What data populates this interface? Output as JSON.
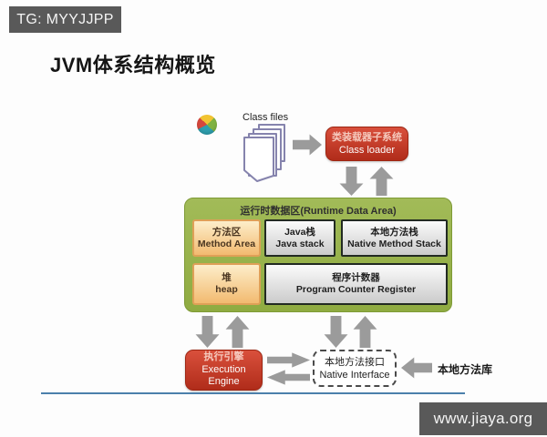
{
  "page": {
    "tg_banner": "TG: MYYJJPP",
    "title": "JVM体系结构概览",
    "site_banner": "www.jiaya.org"
  },
  "diagram": {
    "class_files_label": "Class files",
    "class_loader": {
      "zh": "类装载器子系统",
      "en": "Class loader"
    },
    "runtime_area": {
      "header": "运行时数据区(Runtime Data Area)",
      "method_area": {
        "zh": "方法区",
        "en": "Method Area"
      },
      "java_stack": {
        "zh": "Java栈",
        "en": "Java stack"
      },
      "native_method_stack": {
        "zh": "本地方法栈",
        "en": "Native Method Stack"
      },
      "heap": {
        "zh": "堆",
        "en": "heap"
      },
      "pc_register": {
        "zh": "程序计数器",
        "en": "Program Counter Register"
      }
    },
    "execution_engine": {
      "zh": "执行引擎",
      "en_line1": "Execution",
      "en_line2": "Engine"
    },
    "native_interface": {
      "zh": "本地方法接口",
      "en": "Native Interface"
    },
    "native_library_label": "本地方法库"
  },
  "icons": {
    "sphere": "colorful-sphere-icon",
    "class_files": "class-files-stacked-documents-icon",
    "arrows": "gray-block-arrows"
  },
  "colors": {
    "banner_gray": "#595959",
    "red_box": "#c0392b",
    "green_container": "#97b34d",
    "tan_box": "#f5d9a0",
    "tan_border": "#dfa057",
    "gray_box_border": "#222a22",
    "arrow_gray": "#9b9b9b",
    "divider_blue": "#4b80ab",
    "background": "#fdfdfd"
  }
}
